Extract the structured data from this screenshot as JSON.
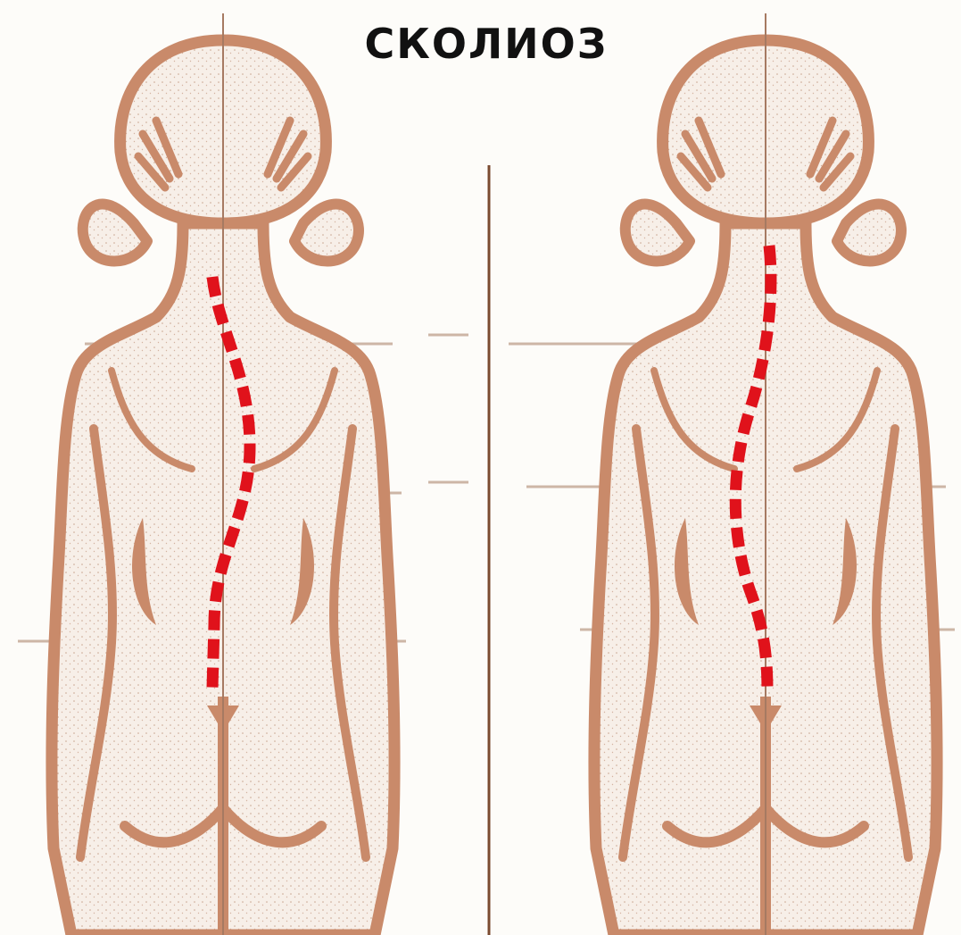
{
  "title": "СКОЛИОЗ",
  "colors": {
    "background": "#fdfcf9",
    "body_outline": "#c98a6a",
    "body_fill": "#f5ebe3",
    "spine_curve": "#e0121b",
    "divider": "#7a4a30",
    "guide_lines": "#d9c4b6",
    "title": "#111111"
  },
  "figures": [
    {
      "id": "left",
      "spine": "curved-right"
    },
    {
      "id": "right",
      "spine": "curved-left"
    }
  ]
}
